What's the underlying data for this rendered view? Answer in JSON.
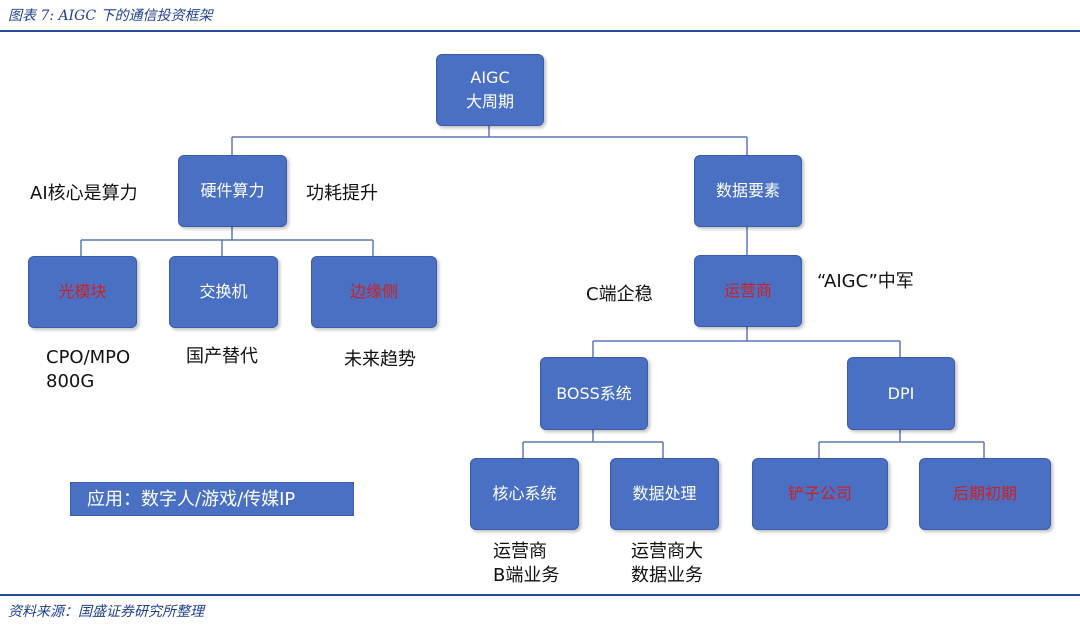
{
  "header": {
    "caption": "图表 7: AIGC 下的通信投资框架"
  },
  "footer": {
    "source": "资料来源：国盛证券研究所整理"
  },
  "nodes": {
    "root": {
      "line1": "AIGC",
      "line2": "大周期"
    },
    "hardware": "硬件算力",
    "data": "数据要素",
    "optical": "光模块",
    "switch": "交换机",
    "edge": "边缘侧",
    "operator": "运营商",
    "boss": "BOSS系统",
    "dpi": "DPI",
    "core": "核心系统",
    "processing": "数据处理",
    "leader": "铲子公司",
    "late": "后期初期"
  },
  "notes": {
    "ai_core": "AI核心是算力",
    "power": "功耗提升",
    "cpo_line1": "CPO/MPO",
    "cpo_line2": "800G",
    "domestic": "国产替代",
    "future": "未来趋势",
    "c_end": "C端企稳",
    "aigc_army": "“AIGC”中军",
    "op_b_line1": "运营商",
    "op_b_line2": "B端业务",
    "op_big_line1": "运营商大",
    "op_big_line2": "数据业务"
  },
  "application": "应用：数字人/游戏/传媒IP",
  "colors": {
    "box": "#4a70c4",
    "highlight_text": "#d11f1f",
    "rule": "#2a4a9a",
    "connector": "#5a79b8"
  }
}
